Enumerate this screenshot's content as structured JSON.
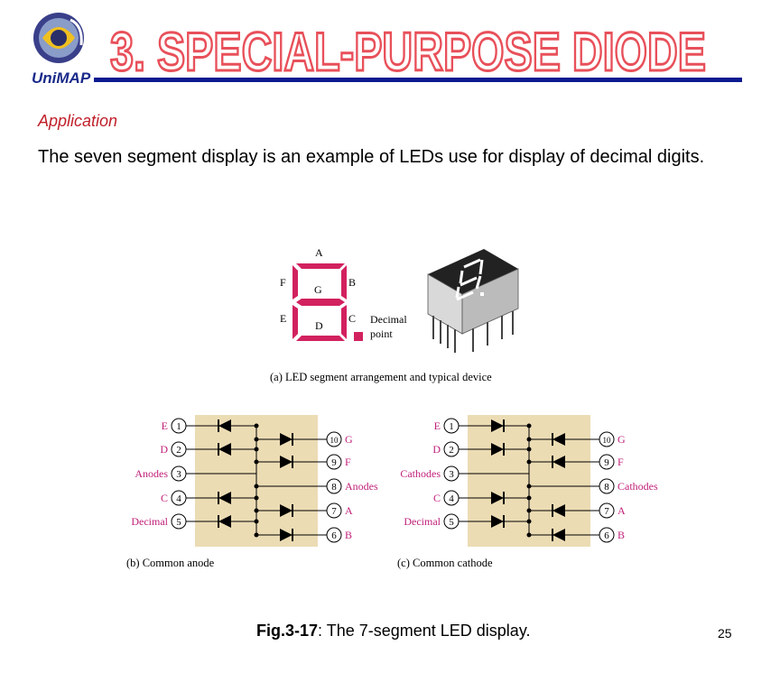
{
  "header": {
    "logo_text": "UniMAP",
    "title": "3. SPECIAL-PURPOSE DIODE",
    "accent_color": "#e8505a",
    "rule_color": "#0a1a8f"
  },
  "content": {
    "section_heading": "Application",
    "body": "The seven segment display is an example of LEDs use for display of decimal digits."
  },
  "figure": {
    "panel_a": {
      "segment_labels": [
        "A",
        "B",
        "C",
        "D",
        "E",
        "F",
        "G"
      ],
      "decimal_point_label_1": "Decimal",
      "decimal_point_label_2": "point",
      "caption": "(a) LED segment arrangement and typical device",
      "segment_color": "#d2215f"
    },
    "panel_b": {
      "caption": "(b) Common anode",
      "left_pins": [
        {
          "label": "E",
          "num": "1"
        },
        {
          "label": "D",
          "num": "2"
        },
        {
          "label": "Anodes",
          "num": "3"
        },
        {
          "label": "C",
          "num": "4"
        },
        {
          "label": "Decimal",
          "num": "5"
        }
      ],
      "right_pins": [
        {
          "label": "G",
          "num": "10"
        },
        {
          "label": "F",
          "num": "9"
        },
        {
          "label": "Anodes",
          "num": "8"
        },
        {
          "label": "A",
          "num": "7"
        },
        {
          "label": "B",
          "num": "6"
        }
      ]
    },
    "panel_c": {
      "caption": "(c) Common cathode",
      "left_pins": [
        {
          "label": "E",
          "num": "1"
        },
        {
          "label": "D",
          "num": "2"
        },
        {
          "label": "Cathodes",
          "num": "3"
        },
        {
          "label": "C",
          "num": "4"
        },
        {
          "label": "Decimal",
          "num": "5"
        }
      ],
      "right_pins": [
        {
          "label": "G",
          "num": "10"
        },
        {
          "label": "F",
          "num": "9"
        },
        {
          "label": "Cathodes",
          "num": "8"
        },
        {
          "label": "A",
          "num": "7"
        },
        {
          "label": "B",
          "num": "6"
        }
      ]
    },
    "box_color": "#ecdcb4",
    "pin_label_color": "#c0207a"
  },
  "footer": {
    "fig_number": "Fig.3-17",
    "fig_caption": ":  The 7-segment LED display.",
    "page_number": "25"
  }
}
